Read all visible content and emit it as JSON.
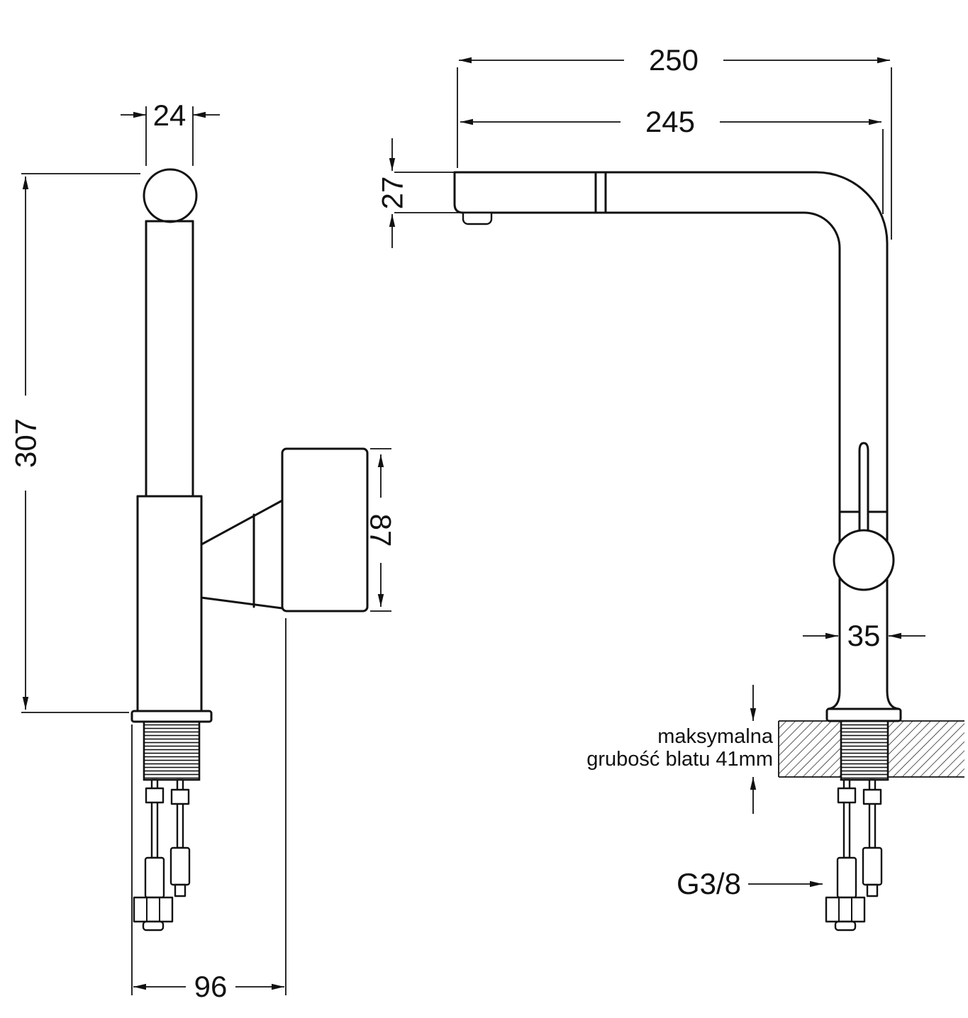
{
  "colors": {
    "ink": "#111111",
    "paper": "#ffffff"
  },
  "side_view": {
    "dim_spout_width": "24",
    "dim_total_height": "307",
    "dim_handle_length": "87",
    "dim_base_offset": "96"
  },
  "front_view": {
    "dim_total_reach": "250",
    "dim_spout_reach": "245",
    "dim_spout_height": "27",
    "dim_body_width": "35",
    "note_line1": "maksymalna",
    "note_line2": "grubość blatu 41mm",
    "thread_label": "G3/8"
  }
}
